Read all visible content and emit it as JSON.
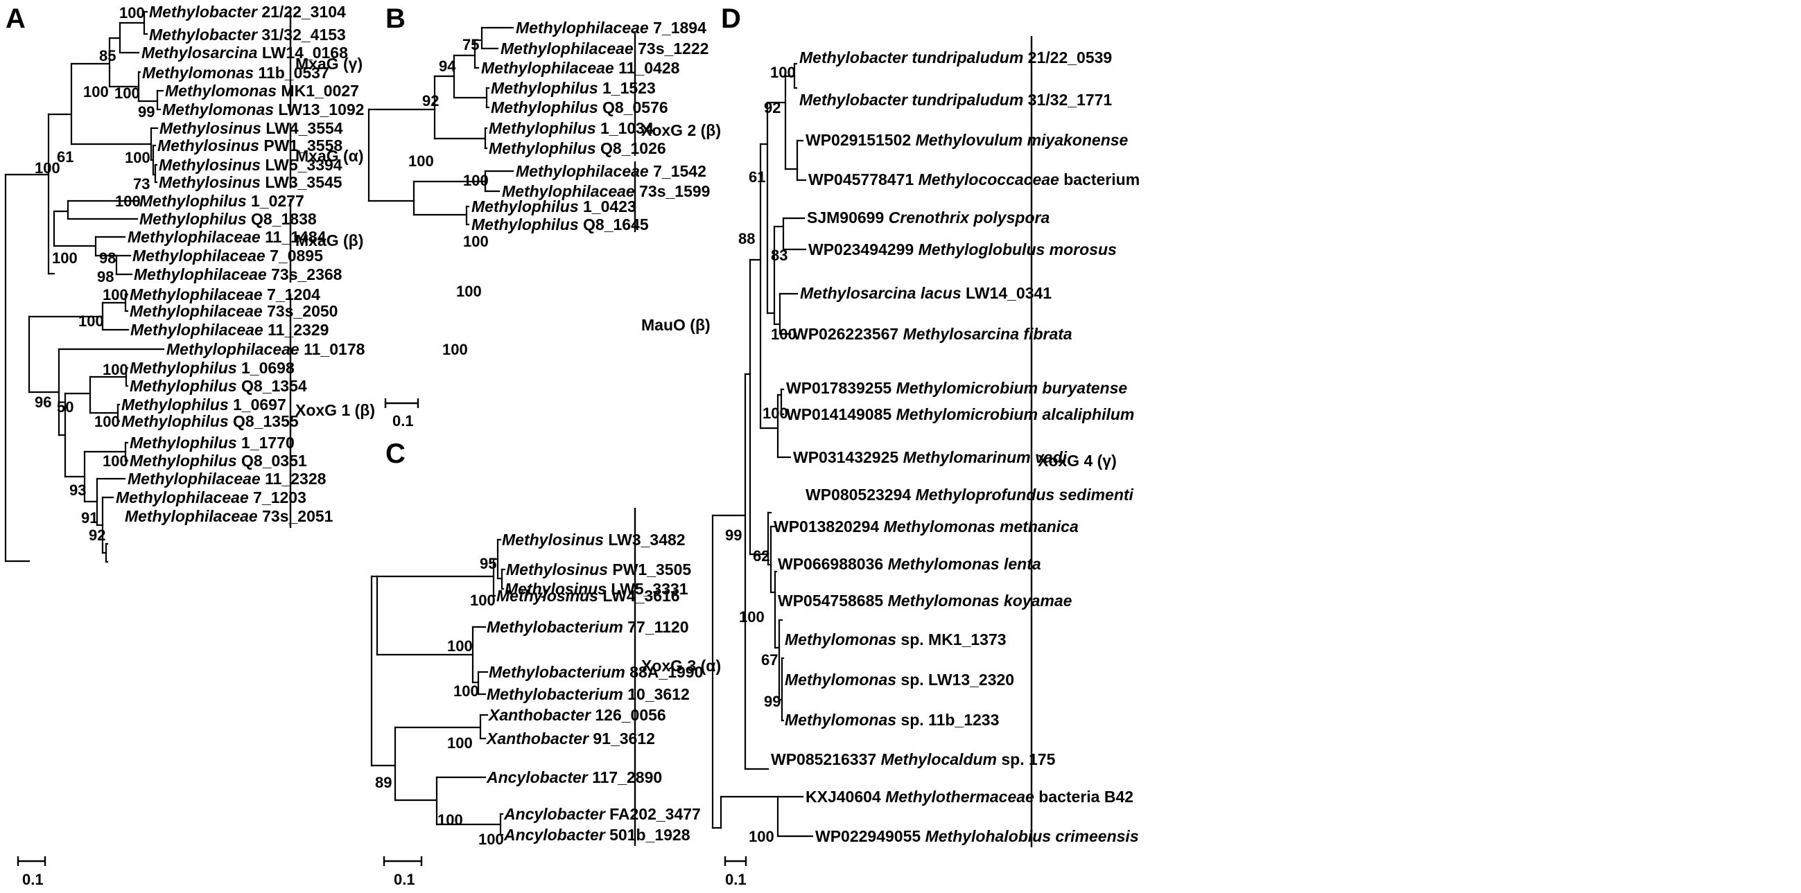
{
  "panels": [
    {
      "letter": "A",
      "leaves": [
        {
          "genus": "Methylobacter",
          "rest": " 21/22_3104"
        },
        {
          "genus": "Methylobacter",
          "rest": " 31/32_4153"
        },
        {
          "genus": "Methylosarcina",
          "rest": " LW14_0168"
        },
        {
          "genus": "Methylomonas",
          "rest": " 11b_0537"
        },
        {
          "genus": "Methylomonas",
          "rest": " MK1_0027"
        },
        {
          "genus": "Methylomonas",
          "rest": " LW13_1092"
        },
        {
          "genus": "Methylosinus",
          "rest": " LW4_3554"
        },
        {
          "genus": "Methylosinus",
          "rest": " PW1_3558"
        },
        {
          "genus": "Methylosinus",
          "rest": " LW5_3394"
        },
        {
          "genus": "Methylosinus",
          "rest": " LW3_3545"
        },
        {
          "genus": "Methylophilus",
          "rest": " 1_0277"
        },
        {
          "genus": "Methylophilus",
          "rest": " Q8_1838"
        },
        {
          "genus": "Methylophilaceae",
          "rest": " 11_1484"
        },
        {
          "genus": "Methylophilaceae",
          "rest": " 7_0895"
        },
        {
          "genus": "Methylophilaceae",
          "rest": " 73s_2368"
        },
        {
          "genus": "Methylophilaceae",
          "rest": " 7_1204"
        },
        {
          "genus": "Methylophilaceae",
          "rest": " 73s_2050"
        },
        {
          "genus": "Methylophilaceae",
          "rest": " 11_2329"
        },
        {
          "genus": "Methylophilaceae",
          "rest": " 11_0178"
        },
        {
          "genus": "Methylophilus",
          "rest": " 1_0698"
        },
        {
          "genus": "Methylophilus",
          "rest": " Q8_1354"
        },
        {
          "genus": "Methylophilus",
          "rest": " 1_0697"
        },
        {
          "genus": "Methylophilus",
          "rest": " Q8_1355"
        },
        {
          "genus": "Methylophilus",
          "rest": " 1_1770"
        },
        {
          "genus": "Methylophilus",
          "rest": " Q8_0351"
        },
        {
          "genus": "Methylophilaceae",
          "rest": " 11_2328"
        },
        {
          "genus": "Methylophilaceae",
          "rest": " 7_1203"
        },
        {
          "genus": "Methylophilaceae",
          "rest": " 73s_2051"
        }
      ],
      "bootstraps": [
        "100",
        "85",
        "100",
        "100",
        "99",
        "61",
        "100",
        "73",
        "100",
        "100",
        "100",
        "98",
        "98",
        "50",
        "100",
        "100",
        "100",
        "100",
        "96",
        "100",
        "93",
        "91",
        "92"
      ],
      "clades": [
        "MxaG (γ)",
        "MxaG (α)",
        "MxaG (β)",
        "XoxG 1 (β)"
      ],
      "scale": "0.1"
    },
    {
      "letter": "B",
      "leaves": [
        {
          "genus": "Methylophilaceae",
          "rest": " 7_1894"
        },
        {
          "genus": "Methylophilaceae",
          "rest": " 73s_1222"
        },
        {
          "genus": "Methylophilaceae",
          "rest": " 11_0428"
        },
        {
          "genus": "Methylophilus",
          "rest": " 1_1523"
        },
        {
          "genus": "Methylophilus",
          "rest": " Q8_0576"
        },
        {
          "genus": "Methylophilus",
          "rest": " 1_1034"
        },
        {
          "genus": "Methylophilus",
          "rest": " Q8_1026"
        },
        {
          "genus": "Methylophilaceae",
          "rest": " 7_1542"
        },
        {
          "genus": "Methylophilaceae",
          "rest": " 73s_1599"
        },
        {
          "genus": "Methylophilus",
          "rest": " 1_0423"
        },
        {
          "genus": "Methylophilus",
          "rest": " Q8_1645"
        }
      ],
      "bootstraps": [
        "75",
        "94",
        "92",
        "100",
        "100",
        "100",
        "100",
        "100"
      ],
      "clades": [
        "XoxG 2 (β)",
        "MauO (β)"
      ],
      "scale": "0.1"
    },
    {
      "letter": "C",
      "leaves": [
        {
          "genus": "Methylosinus",
          "rest": " LW3_3482"
        },
        {
          "genus": "Methylosinus",
          "rest": " PW1_3505"
        },
        {
          "genus": "Methylosinus",
          "rest": " LW5_3331"
        },
        {
          "genus": "Methylosinus",
          "rest": " LW4_3616"
        },
        {
          "genus": "Methylobacterium",
          "rest": " 77_1120"
        },
        {
          "genus": "Methylobacterium",
          "rest": " 88A_1990"
        },
        {
          "genus": "Methylobacterium",
          "rest": " 10_3612"
        },
        {
          "genus": "Xanthobacter",
          "rest": " 126_0056"
        },
        {
          "genus": "Xanthobacter",
          "rest": " 91_3612"
        },
        {
          "genus": "Ancylobacter",
          "rest": " 117_2890"
        },
        {
          "genus": "Ancylobacter",
          "rest": " FA202_3477"
        },
        {
          "genus": "Ancylobacter",
          "rest": " 501b_1928"
        }
      ],
      "bootstraps": [
        "95",
        "100",
        "100",
        "100",
        "100",
        "100",
        "100",
        "89"
      ],
      "clades": [
        "XoxG 3 (α)"
      ],
      "scale": "0.1"
    },
    {
      "letter": "D",
      "leaves": [
        {
          "pre": "",
          "genus": "Methylobacter tundripaludum",
          "rest": " 21/22_0539"
        },
        {
          "pre": "",
          "genus": "Methylobacter tundripaludum",
          "rest": " 31/32_1771"
        },
        {
          "pre": "WP029151502 ",
          "genus": "Methylovulum miyakonense",
          "rest": ""
        },
        {
          "pre": "WP045778471 ",
          "genus": "Methylococcaceae",
          "rest": " bacterium"
        },
        {
          "pre": "SJM90699 ",
          "genus": "Crenothrix polyspora",
          "rest": ""
        },
        {
          "pre": "WP023494299 ",
          "genus": "Methyloglobulus morosus",
          "rest": ""
        },
        {
          "pre": "",
          "genus": "Methylosarcina lacus",
          "rest": " LW14_0341"
        },
        {
          "pre": "WP026223567 ",
          "genus": "Methylosarcina fibrata",
          "rest": ""
        },
        {
          "pre": "WP017839255 ",
          "genus": "Methylomicrobium buryatense",
          "rest": ""
        },
        {
          "pre": "WP014149085 ",
          "genus": "Methylomicrobium alcaliphilum",
          "rest": ""
        },
        {
          "pre": "WP031432925 ",
          "genus": "Methylomarinum vadi",
          "rest": ""
        },
        {
          "pre": "WP080523294 ",
          "genus": "Methyloprofundus sedimenti",
          "rest": ""
        },
        {
          "pre": "WP013820294 ",
          "genus": "Methylomonas methanica",
          "rest": ""
        },
        {
          "pre": "WP066988036 ",
          "genus": "Methylomonas lenta",
          "rest": ""
        },
        {
          "pre": "WP054758685 ",
          "genus": "Methylomonas koyamae",
          "rest": ""
        },
        {
          "pre": "",
          "genus": "Methylomonas",
          "rest": " sp. MK1_1373"
        },
        {
          "pre": "",
          "genus": "Methylomonas",
          "rest": " sp. LW13_2320"
        },
        {
          "pre": "",
          "genus": "Methylomonas",
          "rest": " sp. 11b_1233"
        },
        {
          "pre": "WP085216337 ",
          "genus": "Methylocaldum",
          "rest": " sp. 175"
        },
        {
          "pre": "KXJ40604 ",
          "genus": "Methylothermaceae",
          "rest": " bacteria B42"
        },
        {
          "pre": "WP022949055 ",
          "genus": "Methylohalobius crimeensis",
          "rest": ""
        }
      ],
      "bootstraps": [
        "100",
        "92",
        "61",
        "83",
        "88",
        "100",
        "100",
        "99",
        "62",
        "100",
        "67",
        "99",
        "100"
      ],
      "clades": [
        "XoxG 4 (γ)"
      ],
      "scale": "0.1"
    }
  ]
}
